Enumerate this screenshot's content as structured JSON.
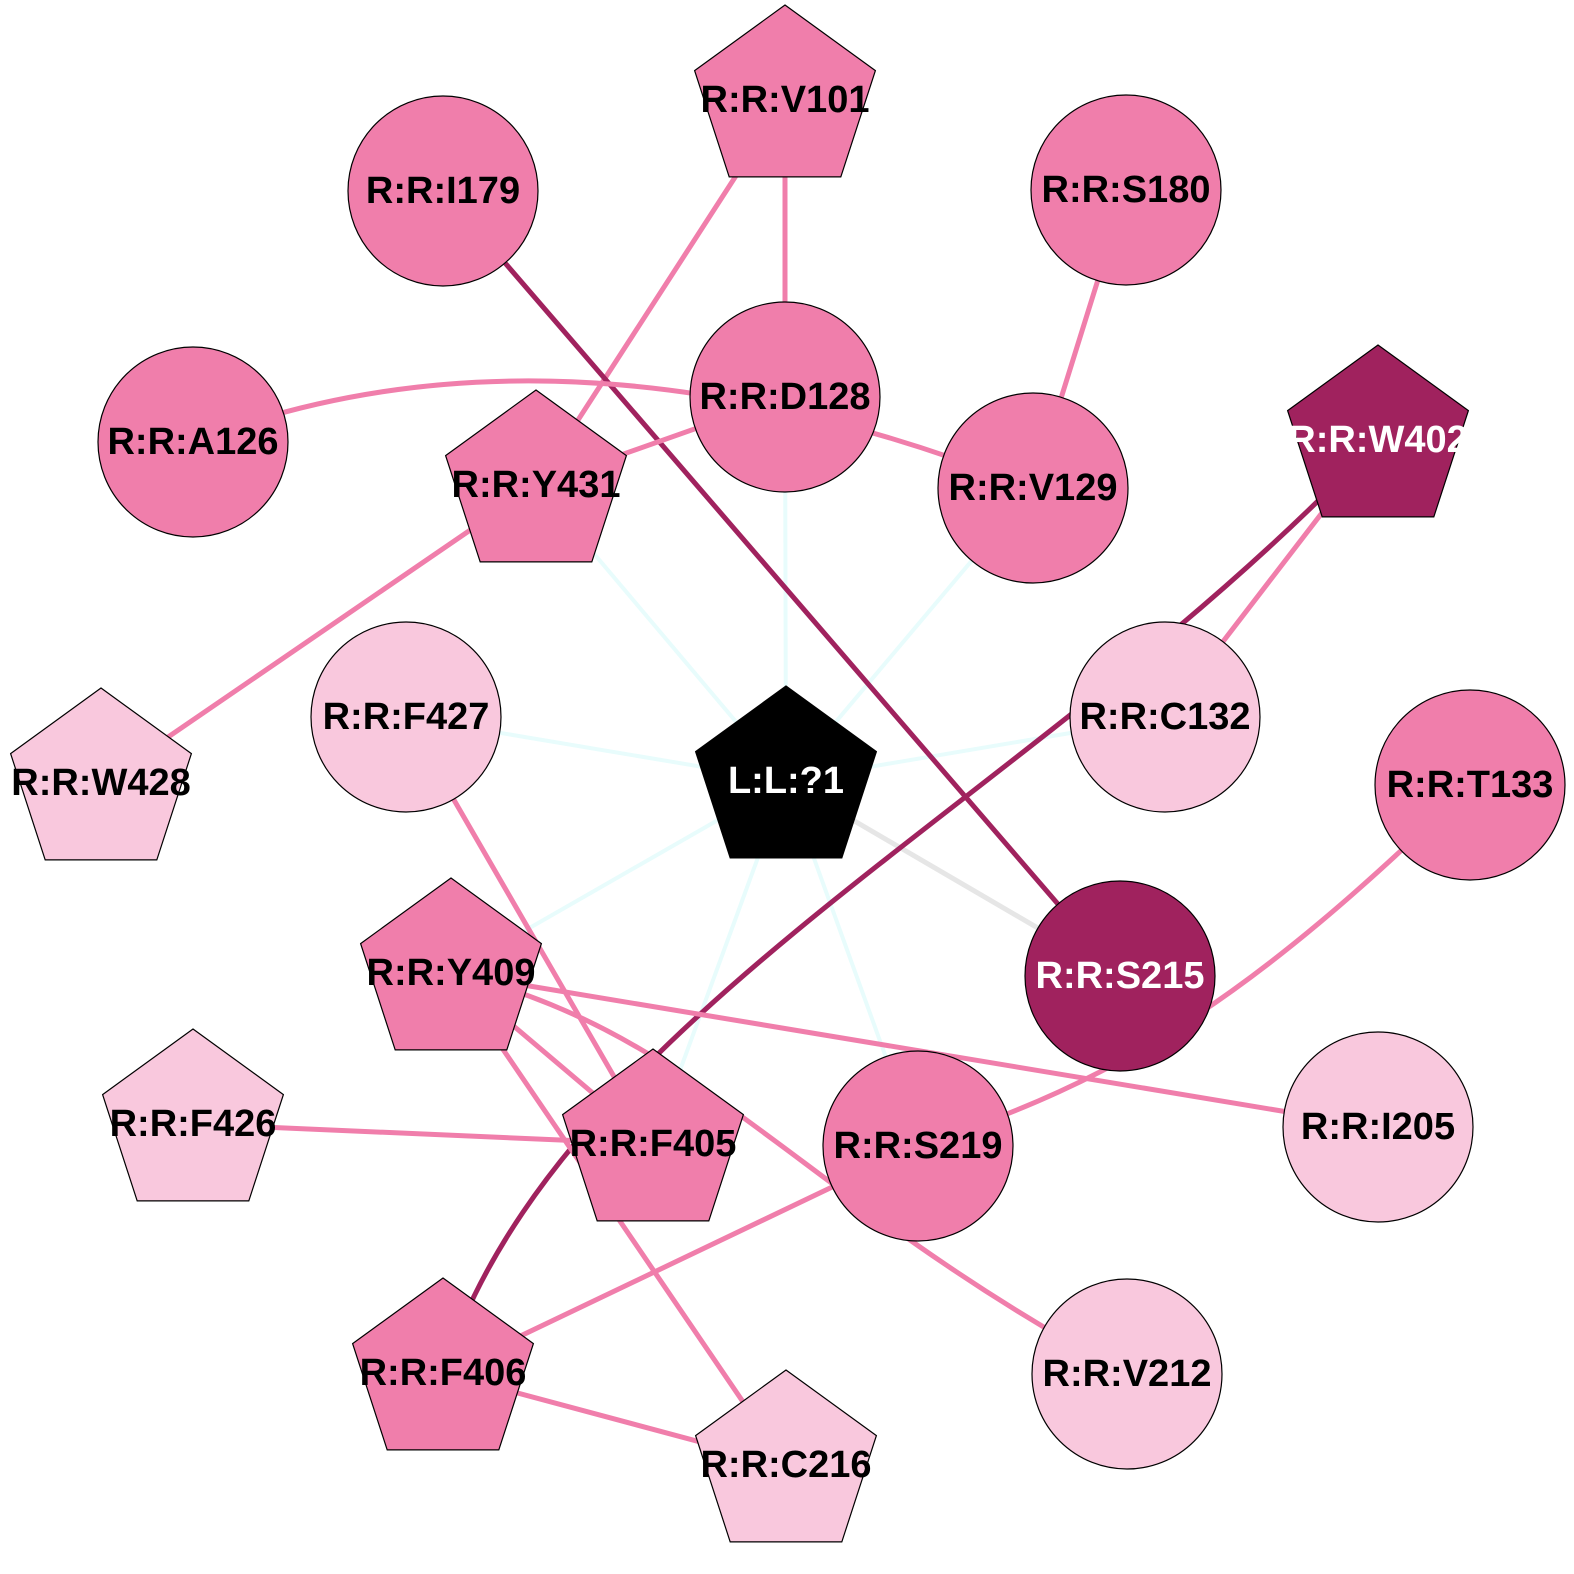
{
  "colors": {
    "background": "#ffffff",
    "medium_pink": "#f07eab",
    "light_pink": "#f9c8dd",
    "dark_magenta": "#a0225e",
    "ligand_black": "#000000",
    "ligand_edge_cyan": "#e8fcfc",
    "ligand_edge_gray": "#e6e6e6"
  },
  "nodes": [
    {
      "id": "L:L:?1",
      "label": "L:L:?1",
      "shape": "pentagon",
      "fill": "ligand_black",
      "text": "#ffffff"
    },
    {
      "id": "R:R:V101",
      "label": "R:R:V101",
      "shape": "pentagon",
      "fill": "medium_pink",
      "text": "#000000"
    },
    {
      "id": "R:R:I179",
      "label": "R:R:I179",
      "shape": "circle",
      "fill": "medium_pink",
      "text": "#000000"
    },
    {
      "id": "R:R:S180",
      "label": "R:R:S180",
      "shape": "circle",
      "fill": "medium_pink",
      "text": "#000000"
    },
    {
      "id": "R:R:D128",
      "label": "R:R:D128",
      "shape": "circle",
      "fill": "medium_pink",
      "text": "#000000"
    },
    {
      "id": "R:R:A126",
      "label": "R:R:A126",
      "shape": "circle",
      "fill": "medium_pink",
      "text": "#000000"
    },
    {
      "id": "R:R:Y431",
      "label": "R:R:Y431",
      "shape": "pentagon",
      "fill": "medium_pink",
      "text": "#000000"
    },
    {
      "id": "R:R:V129",
      "label": "R:R:V129",
      "shape": "circle",
      "fill": "medium_pink",
      "text": "#000000"
    },
    {
      "id": "R:R:W402",
      "label": "R:R:W402",
      "shape": "pentagon",
      "fill": "dark_magenta",
      "text": "#ffffff"
    },
    {
      "id": "R:R:F427",
      "label": "R:R:F427",
      "shape": "circle",
      "fill": "light_pink",
      "text": "#000000"
    },
    {
      "id": "R:R:C132",
      "label": "R:R:C132",
      "shape": "circle",
      "fill": "light_pink",
      "text": "#000000"
    },
    {
      "id": "R:R:W428",
      "label": "R:R:W428",
      "shape": "pentagon",
      "fill": "light_pink",
      "text": "#000000"
    },
    {
      "id": "R:R:T133",
      "label": "R:R:T133",
      "shape": "circle",
      "fill": "medium_pink",
      "text": "#000000"
    },
    {
      "id": "R:R:S215",
      "label": "R:R:S215",
      "shape": "circle",
      "fill": "dark_magenta",
      "text": "#ffffff"
    },
    {
      "id": "R:R:Y409",
      "label": "R:R:Y409",
      "shape": "pentagon",
      "fill": "medium_pink",
      "text": "#000000"
    },
    {
      "id": "R:R:F426",
      "label": "R:R:F426",
      "shape": "pentagon",
      "fill": "light_pink",
      "text": "#000000"
    },
    {
      "id": "R:R:F405",
      "label": "R:R:F405",
      "shape": "pentagon",
      "fill": "medium_pink",
      "text": "#000000"
    },
    {
      "id": "R:R:S219",
      "label": "R:R:S219",
      "shape": "circle",
      "fill": "medium_pink",
      "text": "#000000"
    },
    {
      "id": "R:R:I205",
      "label": "R:R:I205",
      "shape": "circle",
      "fill": "light_pink",
      "text": "#000000"
    },
    {
      "id": "R:R:F406",
      "label": "R:R:F406",
      "shape": "pentagon",
      "fill": "medium_pink",
      "text": "#000000"
    },
    {
      "id": "R:R:V212",
      "label": "R:R:V212",
      "shape": "circle",
      "fill": "light_pink",
      "text": "#000000"
    },
    {
      "id": "R:R:C216",
      "label": "R:R:C216",
      "shape": "pentagon",
      "fill": "light_pink",
      "text": "#000000"
    }
  ],
  "edges": [
    {
      "source": "L:L:?1",
      "target": "R:R:D128",
      "color": "ligand_edge_cyan"
    },
    {
      "source": "L:L:?1",
      "target": "R:R:Y431",
      "color": "ligand_edge_cyan"
    },
    {
      "source": "L:L:?1",
      "target": "R:R:V129",
      "color": "ligand_edge_cyan"
    },
    {
      "source": "L:L:?1",
      "target": "R:R:F427",
      "color": "ligand_edge_cyan"
    },
    {
      "source": "L:L:?1",
      "target": "R:R:C132",
      "color": "ligand_edge_cyan"
    },
    {
      "source": "L:L:?1",
      "target": "R:R:Y409",
      "color": "ligand_edge_cyan"
    },
    {
      "source": "L:L:?1",
      "target": "R:R:F405",
      "color": "ligand_edge_cyan"
    },
    {
      "source": "L:L:?1",
      "target": "R:R:S219",
      "color": "ligand_edge_cyan"
    },
    {
      "source": "L:L:?1",
      "target": "R:R:S215",
      "color": "ligand_edge_gray"
    },
    {
      "source": "R:R:V101",
      "target": "R:R:D128",
      "color": "medium_pink"
    },
    {
      "source": "R:R:V101",
      "target": "R:R:Y431",
      "color": "medium_pink"
    },
    {
      "source": "R:R:I179",
      "target": "R:R:S215",
      "color": "dark_magenta"
    },
    {
      "source": "R:R:S180",
      "target": "R:R:V129",
      "color": "medium_pink"
    },
    {
      "source": "R:R:A126",
      "target": "R:R:V129",
      "color": "medium_pink"
    },
    {
      "source": "R:R:D128",
      "target": "R:R:Y431",
      "color": "medium_pink"
    },
    {
      "source": "R:R:Y431",
      "target": "R:R:W428",
      "color": "medium_pink"
    },
    {
      "source": "R:R:W402",
      "target": "R:R:C132",
      "color": "medium_pink"
    },
    {
      "source": "R:R:W402",
      "target": "R:R:F406",
      "color": "dark_magenta"
    },
    {
      "source": "R:R:F427",
      "target": "R:R:F405",
      "color": "medium_pink"
    },
    {
      "source": "R:R:T133",
      "target": "R:R:S219",
      "color": "medium_pink"
    },
    {
      "source": "R:R:Y409",
      "target": "R:R:I205",
      "color": "medium_pink"
    },
    {
      "source": "R:R:Y409",
      "target": "R:R:F405",
      "color": "medium_pink"
    },
    {
      "source": "R:R:Y409",
      "target": "R:R:V212",
      "color": "medium_pink"
    },
    {
      "source": "R:R:Y409",
      "target": "R:R:C216",
      "color": "medium_pink"
    },
    {
      "source": "R:R:F426",
      "target": "R:R:F405",
      "color": "medium_pink"
    },
    {
      "source": "R:R:S219",
      "target": "R:R:F406",
      "color": "medium_pink"
    },
    {
      "source": "R:R:F406",
      "target": "R:R:C216",
      "color": "medium_pink"
    }
  ]
}
